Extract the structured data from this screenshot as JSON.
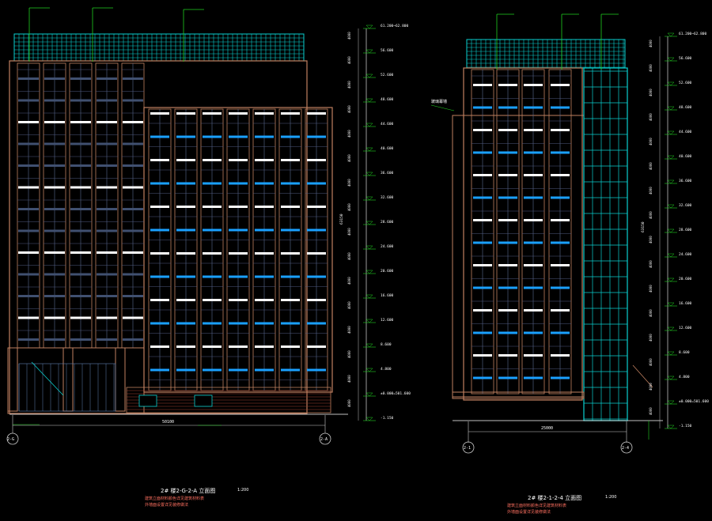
{
  "drawing_left": {
    "title": "2# 楼2-G-2-A 立面图",
    "scale": "1:200",
    "width_dimension": "50100",
    "grid_left": "2-G",
    "grid_right": "2-A",
    "elevations": [
      "61.200~62.800",
      "56.600",
      "52.600",
      "48.600",
      "44.600",
      "40.600",
      "36.600",
      "32.600",
      "28.600",
      "24.600",
      "20.600",
      "16.600",
      "12.600",
      "8.600",
      "4.800",
      "±0.000=501.600",
      "-1.150"
    ],
    "total_height": "63150",
    "notes": [
      "建筑立面材料颜色详见建筑材料表",
      "外墙面设置详见装修做法"
    ]
  },
  "drawing_right": {
    "title": "2# 楼2-1-2-4 立面图",
    "scale": "1:200",
    "width_dimension": "25000",
    "grid_left": "2-1",
    "grid_right": "2-4",
    "elevations": [
      "61.200~62.800",
      "56.600",
      "52.600",
      "48.600",
      "44.600",
      "40.600",
      "36.600",
      "32.600",
      "28.600",
      "24.600",
      "20.600",
      "16.600",
      "12.600",
      "8.600",
      "4.800",
      "±0.000=501.600",
      "-1.150"
    ],
    "total_height": "63150",
    "notes": [
      "建筑立面材料颜色详见建筑材料表",
      "外墙面设置详见装修做法"
    ],
    "side_note": "玻璃幕墙"
  },
  "colors": {
    "background": "#000000",
    "frame": "#c08060",
    "glass": "#0ad0d0",
    "leader": "#20d020",
    "window_bright": "#ffffff",
    "window_blue": "#1aa0ff",
    "text": "#ffffff",
    "brick": "#a04030"
  }
}
